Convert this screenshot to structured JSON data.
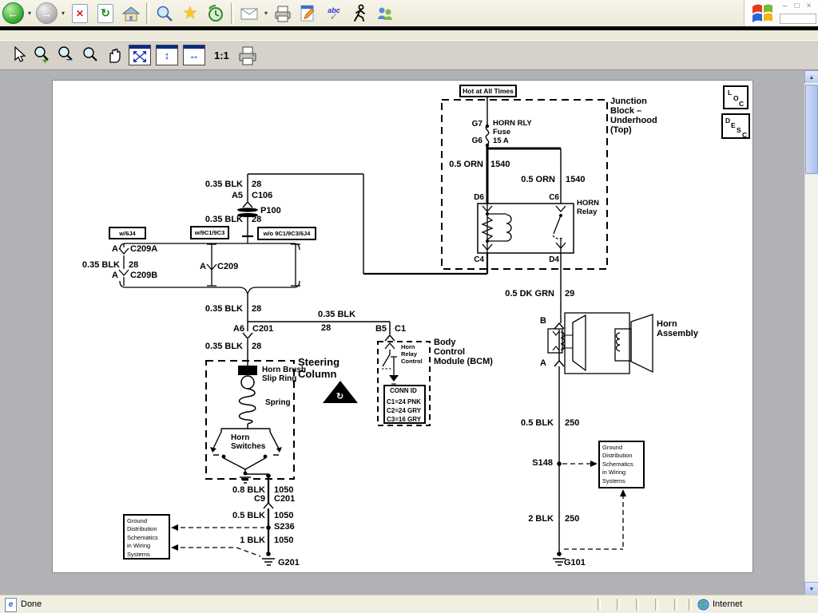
{
  "browser": {
    "icons": {
      "back": "←",
      "forward": "→",
      "stop": "✕",
      "refresh": "↻",
      "favorites_star": "★",
      "dropdown": "▾",
      "abc": "abc",
      "check": "✓",
      "minimize": "–",
      "restore": "□",
      "close": "×",
      "fit_height": "↕",
      "fit_width": "↔",
      "scroll_up": "▲",
      "scroll_down": "▼",
      "ie_doc": "e"
    },
    "zoom_ratio": "1:1"
  },
  "statusbar": {
    "status": "Done",
    "zone": "Internet"
  },
  "colors": {
    "line": "#000000",
    "page_bg": "#ffffff",
    "chrome_bg": "#ece9d8",
    "content_bg": "#b1b2b6"
  },
  "diagram": {
    "hot": "Hot at All Times",
    "junction_block": "Junction\nBlock –\nUnderhood\n(Top)",
    "g7": "G7",
    "g6": "G6",
    "fuse_name": "HORN RLY",
    "fuse_word": "Fuse",
    "fuse_rating": "15 A",
    "orn1": "0.5 ORN",
    "orn1_ckt": "1540",
    "orn2": "0.5 ORN",
    "orn2_ckt": "1540",
    "d6": "D6",
    "c6": "C6",
    "relay": "HORN\nRelay",
    "c4": "C4",
    "d4": "D4",
    "dkgrn": "0.5 DK GRN",
    "dkgrn_ckt": "29",
    "term_b": "B",
    "term_a": "A",
    "horn_assembly": "Horn\nAssembly",
    "blk05_250": "0.5 BLK",
    "ckt250a": "250",
    "s148": "S148",
    "gnd_ref_right": "Ground\nDistribution\nSchematics\nin Wiring\nSystems",
    "blk2_250": "2 BLK",
    "ckt250b": "250",
    "g101": "G101",
    "blk35a": "0.35 BLK",
    "ckt28a": "28",
    "a5": "A5",
    "c106": "C106",
    "p100": "P100",
    "blk35b": "0.35 BLK",
    "ckt28b": "28",
    "opt1": "w/6J4",
    "opt2": "w/9C1/9C3",
    "opt3": "w/o 9C1/9C3/6J4",
    "a_c209a": "A",
    "c209a": "C209A",
    "blk35c": "0.35 BLK",
    "ckt28c": "28",
    "a_c209b": "A",
    "c209b": "C209B",
    "a_c209": "A",
    "c209": "C209",
    "blk35d": "0.35 BLK",
    "ckt28d": "28",
    "blk35e": "0.35 BLK",
    "ckt28e": "28",
    "a6": "A6",
    "c201": "C201",
    "b5": "B5",
    "c1": "C1",
    "blk35f": "0.35 BLK",
    "ckt28f": "28",
    "steering": "Steering\nColumn",
    "horn_brush": "Horn Brush\nSlip Ring",
    "spring": "Spring",
    "horn_switches": "Horn\nSwitches",
    "bcm": "Body\nControl\nModule (BCM)",
    "horn_relay_control": "Horn\nRelay\nControl",
    "conn_id": "CONN ID",
    "conn_c1": "C1=24 PNK",
    "conn_c2": "C2=24 GRY",
    "conn_c3": "C3=16 GRY",
    "blk08": "0.8 BLK",
    "ckt1050a": "1050",
    "c9": "C9",
    "c201b": "C201",
    "blk05b": "0.5 BLK",
    "ckt1050b": "1050",
    "s236": "S236",
    "blk1": "1 BLK",
    "ckt1050c": "1050",
    "g201": "G201",
    "gnd_ref_left": "Ground\nDistribution\nSchematics\nin Wiring\nSystems",
    "loc": [
      "L",
      "O",
      "C"
    ],
    "desc": [
      "D",
      "E",
      "S",
      "C"
    ],
    "warn": "↻"
  }
}
